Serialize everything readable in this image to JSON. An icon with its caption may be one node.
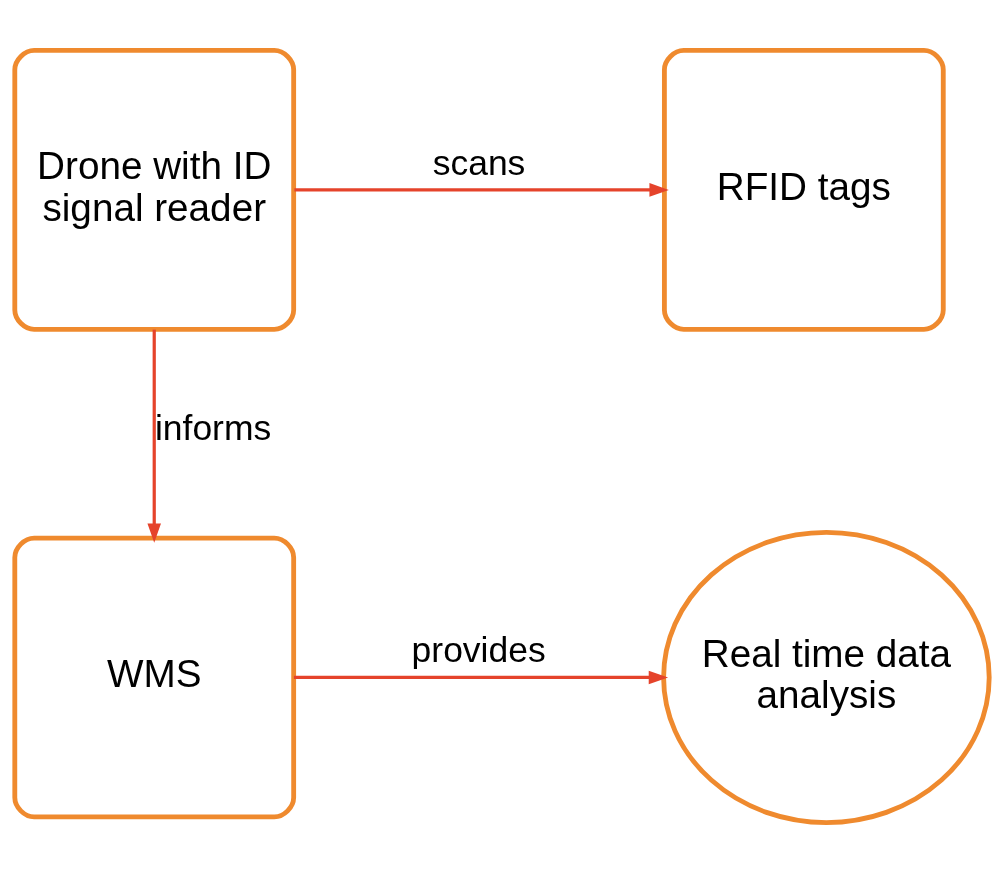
{
  "diagram": {
    "nodes": [
      {
        "text": [
          "Drone with ID signal reader"
        ]
      },
      {
        "text": [
          "RFID tags"
        ]
      },
      {
        "text": [
          "WMS"
        ]
      },
      {
        "text": [
          "Real time data analysis"
        ]
      }
    ],
    "edges": [
      {
        "from": 0,
        "to": 1,
        "arrow": "to",
        "label": "scans"
      },
      {
        "from": 0,
        "to": 2,
        "arrow": "to",
        "label": "informs"
      },
      {
        "from": 2,
        "to": 3,
        "arrow": "to",
        "label": "provides"
      }
    ]
  }
}
